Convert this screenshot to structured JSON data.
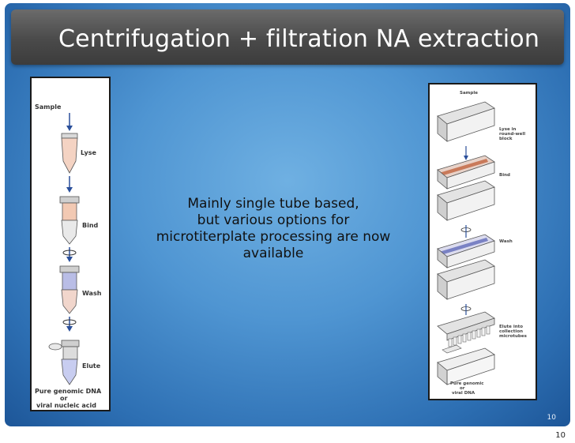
{
  "slide": {
    "title": "Centrifugation + filtration NA extraction",
    "body_lines": [
      "Mainly single tube based,",
      "but various options for",
      "microtiterplate processing are now",
      "available"
    ],
    "slide_number": "10"
  },
  "left_figure": {
    "sample": "Sample",
    "lyse": "Lyse",
    "bind": "Bind",
    "wash": "Wash",
    "elute": "Elute",
    "result_line1": "Pure genomic DNA",
    "result_line2": "or",
    "result_line3": "viral nucleic acid"
  },
  "right_figure": {
    "sample": "Sample",
    "lyse_line1": "Lyse in",
    "lyse_line2": "round-well",
    "lyse_line3": "block",
    "bind": "Bind",
    "wash": "Wash",
    "elute_line1": "Elute into",
    "elute_line2": "collection",
    "elute_line3": "microtubes",
    "result_line1": "Pure genomic",
    "result_line2": "or",
    "result_line3": "viral DNA"
  },
  "footer": {
    "page_number": "10"
  },
  "colors": {
    "title_bar": "#4a4a4a",
    "background": "#4f95d2",
    "arrow": "#2a4f9a"
  }
}
